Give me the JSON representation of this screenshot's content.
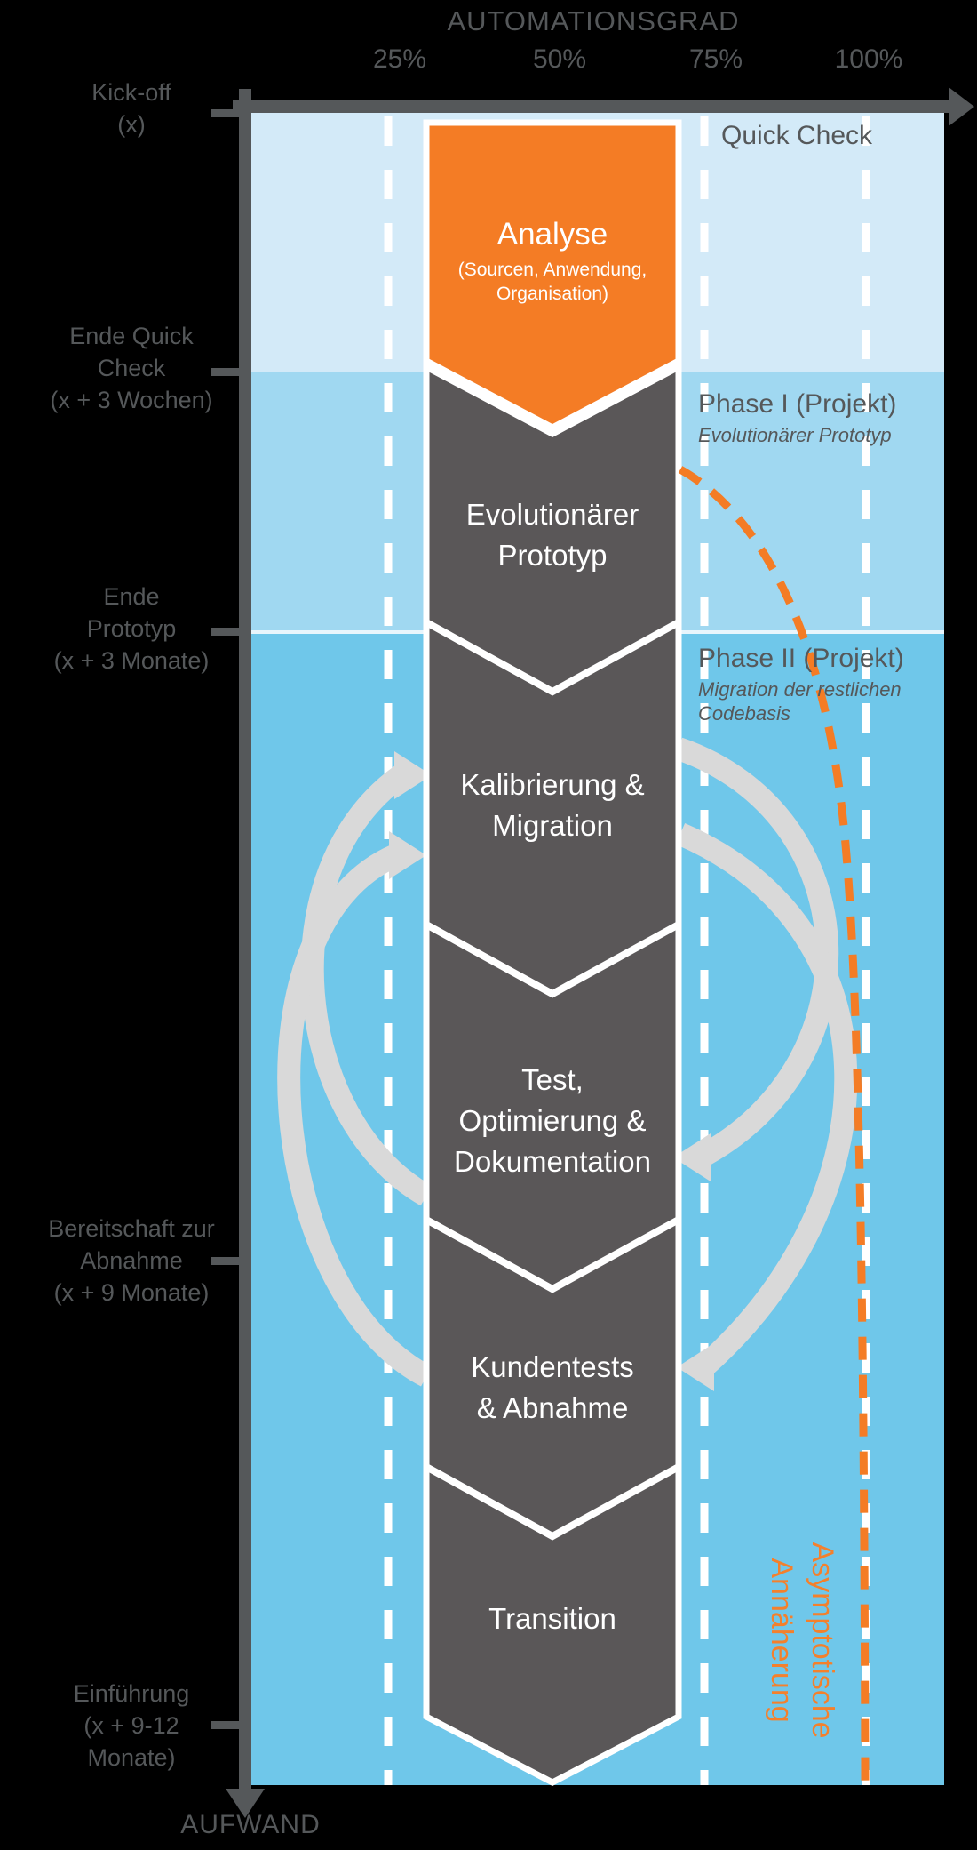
{
  "axes": {
    "x_title": "AUTOMATIONSGRAD",
    "x_ticks": [
      "25%",
      "50%",
      "75%",
      "100%"
    ],
    "y_title": "AUFWAND"
  },
  "milestones": [
    {
      "line1": "Kick-off",
      "line2": "(x)",
      "line3": ""
    },
    {
      "line1": "Ende Quick",
      "line2": "Check",
      "line3": "(x + 3 Wochen)"
    },
    {
      "line1": "Ende",
      "line2": "Prototyp",
      "line3": "(x + 3 Monate)"
    },
    {
      "line1": "Bereitschaft zur",
      "line2": "Abnahme",
      "line3": "(x + 9 Monate)"
    },
    {
      "line1": "Einführung",
      "line2": "(x + 9-12",
      "line3": "Monate)"
    }
  ],
  "phases": [
    {
      "title": "Quick Check",
      "subtitle1": "",
      "subtitle2": ""
    },
    {
      "title": "Phase I (Projekt)",
      "subtitle1": "Evolutionärer Prototyp",
      "subtitle2": ""
    },
    {
      "title": "Phase II (Projekt)",
      "subtitle1": "Migration der restlichen",
      "subtitle2": "Codebasis"
    }
  ],
  "steps": [
    {
      "line1": "Analyse",
      "line2": "(Sourcen, Anwendung,",
      "line3": "Organisation)"
    },
    {
      "line1": "Evolutionärer",
      "line2": "Prototyp"
    },
    {
      "line1": "Kalibrierung &",
      "line2": "Migration"
    },
    {
      "line1": "Test,",
      "line2": "Optimierung &",
      "line3": "Dokumentation"
    },
    {
      "line1": "Kundentests",
      "line2": "& Abnahme"
    },
    {
      "line1": "Transition"
    }
  ],
  "annotation": {
    "line1": "Asymptotische",
    "line2": "Annäherung"
  },
  "colors": {
    "accent_orange": "#f47c25",
    "chevron_gray": "#5a5758",
    "axis_text_gray": "#55585a",
    "band_quick_check": "#d3eaf8",
    "band_phase1": "#a0d8f1",
    "band_phase2": "#6fc7ea",
    "loop_arrow_gray": "#d9d9d9",
    "dashed_line_white": "#ffffff"
  }
}
